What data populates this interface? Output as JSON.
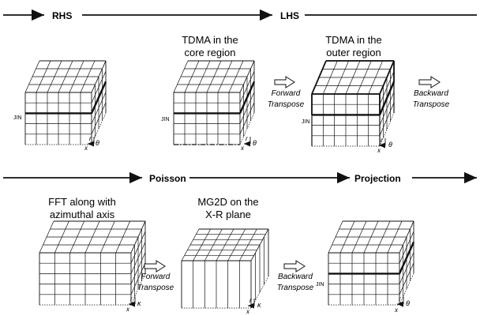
{
  "flow_top": {
    "stage1": "RHS",
    "stage2": "LHS"
  },
  "flow_bottom": {
    "stage1": "Poisson",
    "stage2": "Projection"
  },
  "blocks": {
    "rhs": {
      "jin": "JIN"
    },
    "core": {
      "title_line1": "TDMA in the",
      "title_line2": "core region",
      "jin": "JIN"
    },
    "outer": {
      "title_line1": "TDMA in the",
      "title_line2": "outer region",
      "jin": "JIN"
    },
    "fft": {
      "title_line1": "FFT along with",
      "title_line2": "azimuthal axis"
    },
    "mg2d": {
      "title_line1": "MG2D on the",
      "title_line2": "X-R plane"
    },
    "final": {
      "jin": "JIN"
    }
  },
  "transitions": {
    "forward_top": {
      "line1": "Forward",
      "line2": "Transpose"
    },
    "backward_top": {
      "line1": "Backward",
      "line2": "Transpose"
    },
    "forward_bottom": {
      "line1": "Forward",
      "line2": "Transpose"
    },
    "backward_bottom": {
      "line1": "Backward",
      "line2": "Transpose"
    }
  },
  "axes": {
    "top": {
      "r": "r",
      "x": "x",
      "theta": "θ"
    },
    "bottom_wave": {
      "r": "r",
      "x": "x",
      "kappa": "κ"
    },
    "bottom_phys": {
      "r": "r",
      "x": "x",
      "theta": "θ"
    }
  }
}
